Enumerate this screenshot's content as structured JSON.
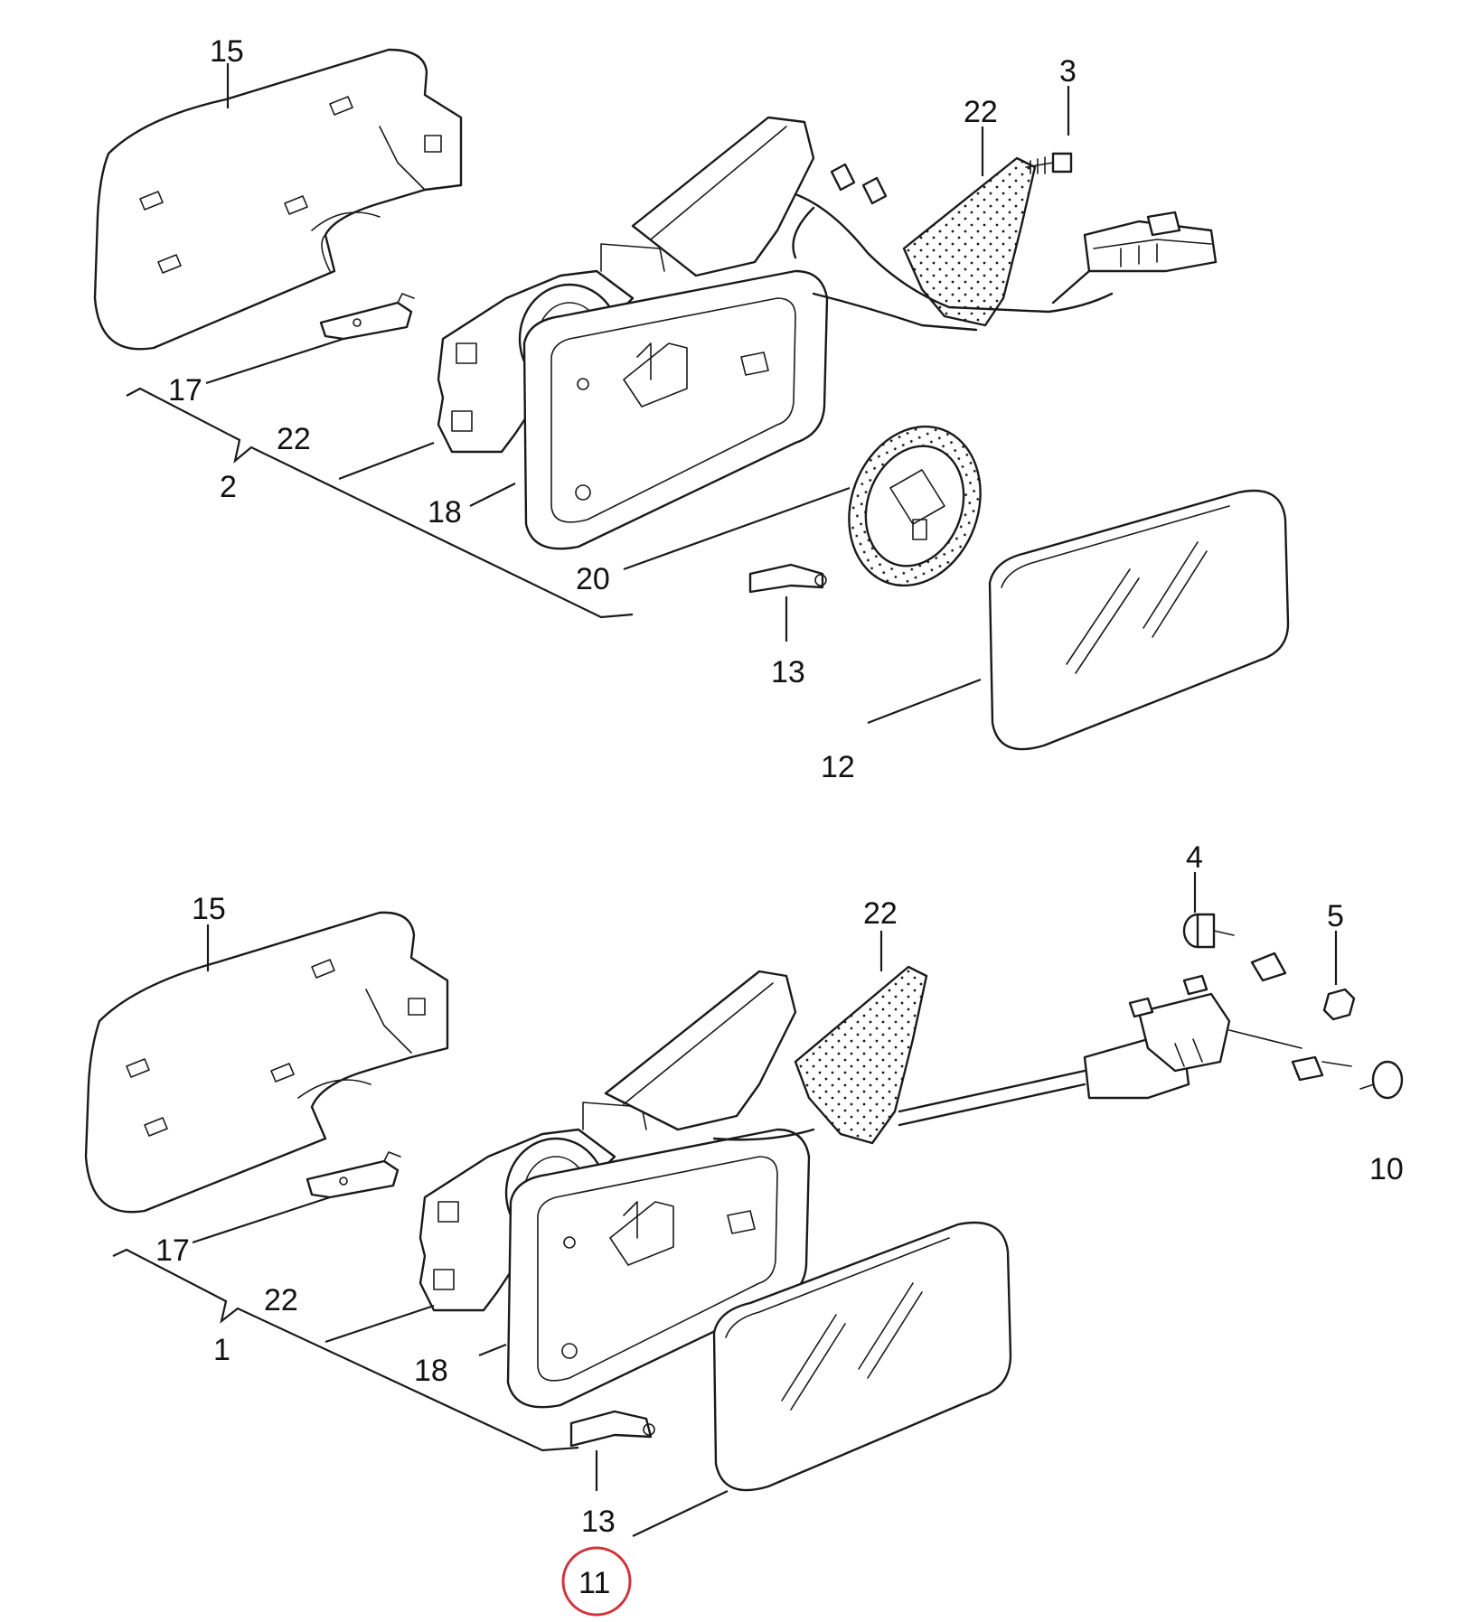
{
  "accent_color": "#d0343a",
  "upper_assembly": {
    "callouts": {
      "c15": "15",
      "c3": "3",
      "c22_top": "22",
      "c17": "17",
      "c22_mid": "22",
      "c2": "2",
      "c18": "18",
      "c20": "20",
      "c13": "13",
      "c12": "12"
    }
  },
  "lower_assembly": {
    "callouts": {
      "c15": "15",
      "c4": "4",
      "c22_top": "22",
      "c5": "5",
      "c10": "10",
      "c17": "17",
      "c22_mid": "22",
      "c1": "1",
      "c18": "18",
      "c13": "13",
      "c11_circled": "11"
    }
  }
}
